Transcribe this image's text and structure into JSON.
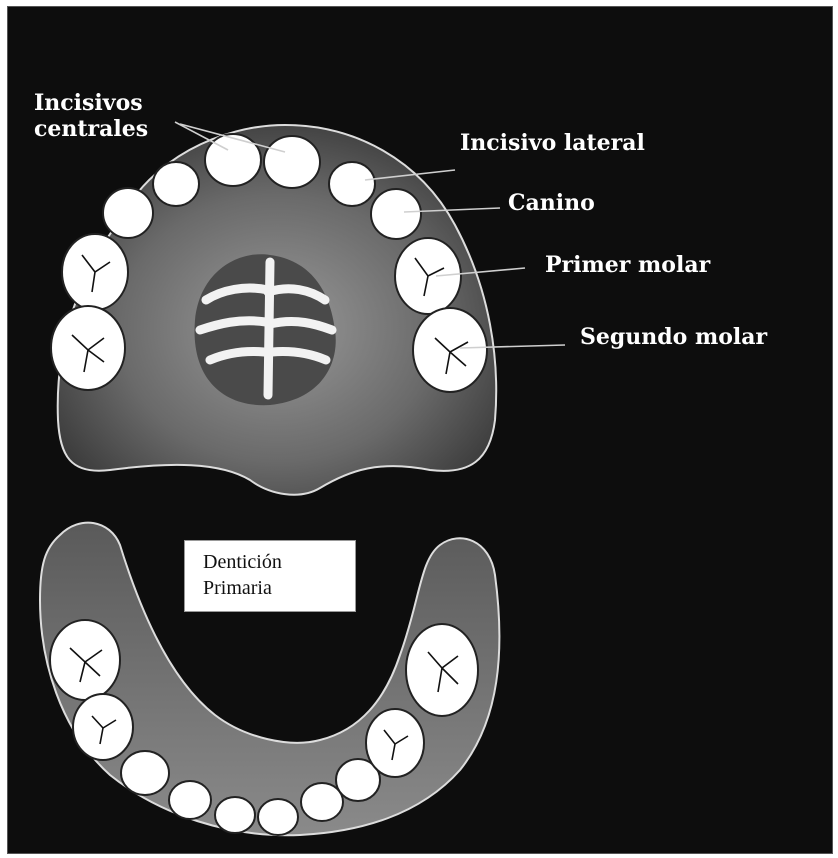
{
  "labels": {
    "incisivos_line1": "Incisivos",
    "incisivos_line2": "centrales",
    "incisivo_lateral": "Incisivo lateral",
    "canino": "Canino",
    "primer_molar": "Primer molar",
    "segundo_molar": "Segundo molar"
  },
  "caption": {
    "line1": "Dentición",
    "line2": "Primaria"
  },
  "colors": {
    "background": "#0d0d0d",
    "tooth": "#ffffff",
    "gum": "#6b6b6b",
    "text": "#ffffff"
  }
}
